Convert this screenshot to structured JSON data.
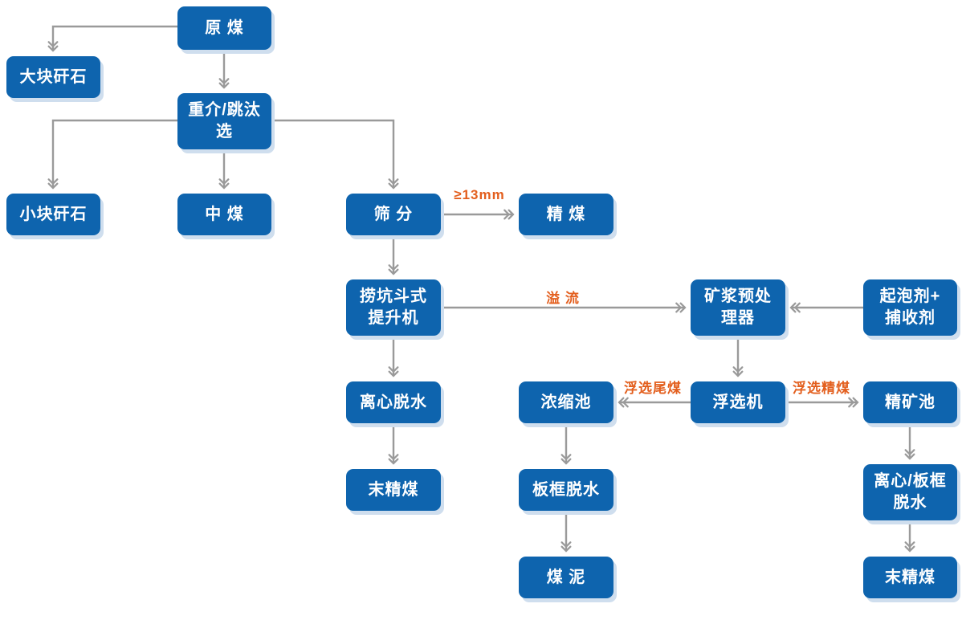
{
  "nodes": {
    "raw_coal": {
      "label": "原 煤"
    },
    "large_gangue": {
      "label": "大块矸石"
    },
    "hm_jig": {
      "label": "重介/跳汰\n选"
    },
    "small_gangue": {
      "label": "小块矸石"
    },
    "middle_coal": {
      "label": "中 煤"
    },
    "screening": {
      "label": "筛 分"
    },
    "clean_coal": {
      "label": "精 煤"
    },
    "bucket_elevator": {
      "label": "捞坑斗式\n提升机"
    },
    "slurry_preprocessor": {
      "label": "矿浆预处\n理器"
    },
    "frother_collector": {
      "label": "起泡剂+\n捕收剂"
    },
    "centrifugal_dewatering": {
      "label": "离心脱水"
    },
    "thickener": {
      "label": "浓缩池"
    },
    "flotation_machine": {
      "label": "浮选机"
    },
    "concentrate_pool": {
      "label": "精矿池"
    },
    "fine_clean_coal_left": {
      "label": "末精煤"
    },
    "plate_frame_dewatering": {
      "label": "板框脱水"
    },
    "centrifugal_plate_frame_dewatering": {
      "label": "离心/板框\n脱水"
    },
    "coal_slime": {
      "label": "煤 泥"
    },
    "fine_clean_coal_right": {
      "label": "末精煤"
    }
  },
  "edge_labels": {
    "size_13mm": {
      "text": "≥13mm"
    },
    "overflow": {
      "text": "溢 流"
    },
    "flotation_tailings": {
      "text": "浮选尾煤"
    },
    "flotation_concentrate": {
      "text": "浮选精煤"
    }
  },
  "colors": {
    "node_bg": "#0e64ae",
    "node_text": "#ffffff",
    "node_shadow": "#cfdeee",
    "arrow": "#9a9a9a",
    "edge_label": "#e35f1e"
  }
}
